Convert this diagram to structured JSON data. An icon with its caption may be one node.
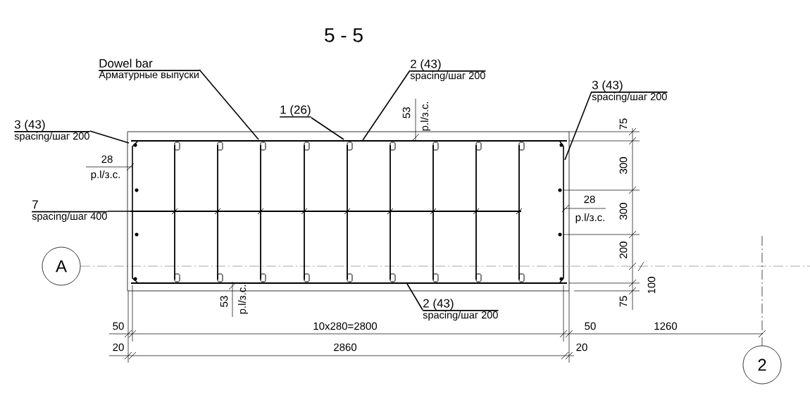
{
  "diagram": {
    "title": "5 - 5",
    "nodes": [
      {
        "text": [
          "Dowel bar",
          "Арматурные выпуски"
        ]
      },
      {
        "text": [
          "2 (43)",
          "spacing/шаг 200"
        ]
      },
      {
        "text": [
          "3 (43)",
          "spacing/шаг 200"
        ]
      },
      {
        "text": [
          "1 (26)"
        ]
      },
      {
        "text": [
          "3 (43)",
          "spacing/шаг 200"
        ]
      },
      {
        "text": [
          "7",
          "spacing/шаг 400"
        ]
      },
      {
        "text": [
          "2 (43)",
          "spacing/шаг 200"
        ]
      },
      {
        "text": [
          "A"
        ]
      },
      {
        "text": [
          "2"
        ]
      }
    ],
    "edges": [
      {
        "from": 0,
        "to": null,
        "arrow": "none"
      },
      {
        "from": 1,
        "to": null,
        "arrow": "none"
      },
      {
        "from": 2,
        "to": null,
        "arrow": "none"
      },
      {
        "from": 3,
        "to": null,
        "arrow": "none"
      },
      {
        "from": 4,
        "to": null,
        "arrow": "none"
      },
      {
        "from": 5,
        "to": null,
        "arrow": "none"
      },
      {
        "from": 6,
        "to": null,
        "arrow": "none"
      }
    ],
    "labels": [
      "53",
      "p.l/з.с.",
      "75",
      "28",
      "p.l/з.с.",
      "300",
      "28",
      "p.l/з.с.",
      "300",
      "200",
      "100",
      "53",
      "p.l/з.с.",
      "75",
      "50",
      "10x280=2800",
      "50",
      "1260",
      "20",
      "2860",
      "20"
    ]
  }
}
